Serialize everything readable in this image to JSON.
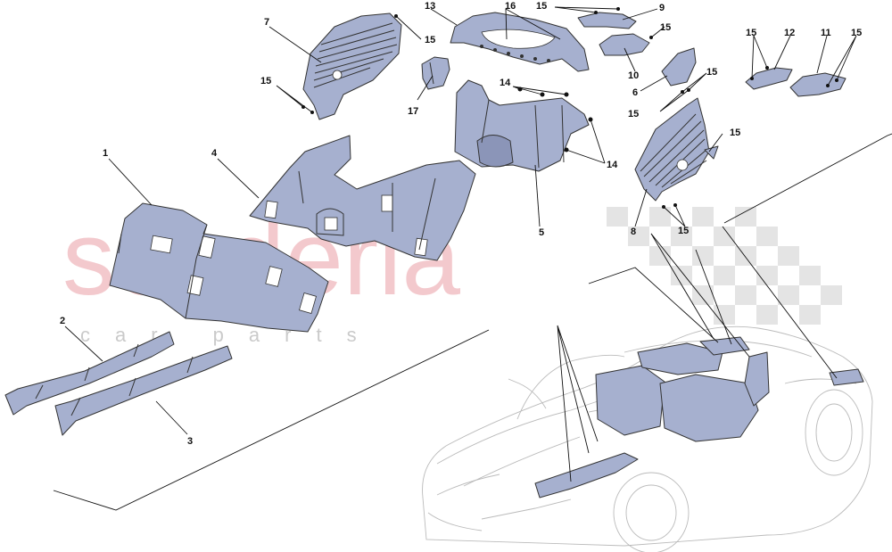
{
  "watermark": {
    "brand": "scuderia",
    "sub": "car parts"
  },
  "callouts": [
    "1",
    "2",
    "3",
    "4",
    "5",
    "6",
    "7",
    "8",
    "9",
    "10",
    "11",
    "12",
    "13",
    "14",
    "15",
    "16",
    "17"
  ],
  "labels": [
    {
      "id": "lbl-1",
      "text": "1"
    },
    {
      "id": "lbl-2",
      "text": "2"
    },
    {
      "id": "lbl-3",
      "text": "3"
    },
    {
      "id": "lbl-4",
      "text": "4"
    },
    {
      "id": "lbl-5",
      "text": "5"
    },
    {
      "id": "lbl-6",
      "text": "6"
    },
    {
      "id": "lbl-7",
      "text": "7"
    },
    {
      "id": "lbl-8",
      "text": "8"
    },
    {
      "id": "lbl-9",
      "text": "9"
    },
    {
      "id": "lbl-10",
      "text": "10"
    },
    {
      "id": "lbl-11",
      "text": "11"
    },
    {
      "id": "lbl-12",
      "text": "12"
    },
    {
      "id": "lbl-13",
      "text": "13"
    },
    {
      "id": "lbl-14a",
      "text": "14"
    },
    {
      "id": "lbl-14b",
      "text": "14"
    },
    {
      "id": "lbl-15a",
      "text": "15"
    },
    {
      "id": "lbl-15b",
      "text": "15"
    },
    {
      "id": "lbl-15c",
      "text": "15"
    },
    {
      "id": "lbl-15d",
      "text": "15"
    },
    {
      "id": "lbl-15e",
      "text": "15"
    },
    {
      "id": "lbl-15f",
      "text": "15"
    },
    {
      "id": "lbl-15g",
      "text": "15"
    },
    {
      "id": "lbl-15h",
      "text": "15"
    },
    {
      "id": "lbl-15i",
      "text": "15"
    },
    {
      "id": "lbl-15j",
      "text": "15"
    },
    {
      "id": "lbl-16",
      "text": "16"
    },
    {
      "id": "lbl-17",
      "text": "17"
    }
  ],
  "colors": {
    "part_fill": "#a6b0cf",
    "outline": "#333333",
    "watermark_red": "#f0b8bd",
    "car_outline": "#bbbbbb"
  }
}
